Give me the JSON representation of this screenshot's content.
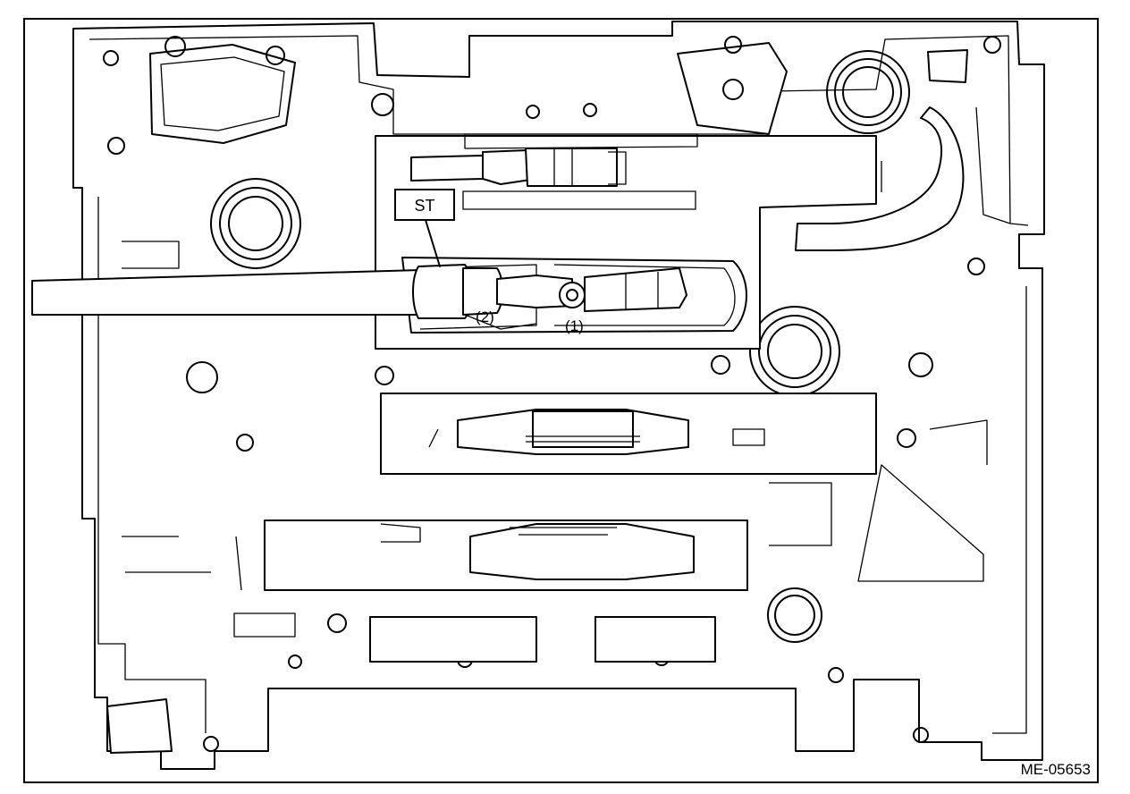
{
  "diagram": {
    "tool_label": "ST",
    "callout_1": "(1)",
    "callout_2": "(2)",
    "figure_code": "ME-05653"
  }
}
